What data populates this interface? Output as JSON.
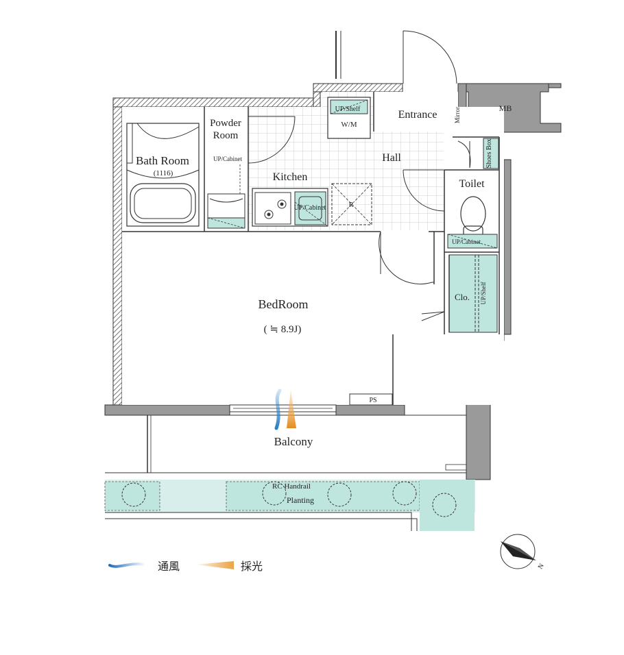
{
  "rooms": {
    "entrance": "Entrance",
    "mirror": "Mirror",
    "mb": "MB",
    "up_shelf_wm": "UP/Shelf",
    "wm": "W/M",
    "hall": "Hall",
    "shoes_box": "Shoes Box",
    "powder_room_1": "Powder",
    "powder_room_2": "Room",
    "bath_room": "Bath Room",
    "bath_size": "(1116)",
    "up_cabinet_powder": "UP/Cabinet",
    "kitchen": "Kitchen",
    "up_cabinet_kitchen": "UP/Cabinet",
    "refrigerator": "R",
    "toilet": "Toilet",
    "up_cabinet_toilet": "UP/Cabinet",
    "closet": "Clo.",
    "up_shelf_closet": "UP/Shelf",
    "bedroom": "BedRoom",
    "bedroom_size": "( ≒ 8.9J)",
    "ps": "PS",
    "balcony": "Balcony",
    "rc_handrail": "RC Handrail",
    "planting": "Planting"
  },
  "legend": {
    "ventilation": "通風",
    "daylight": "採光"
  },
  "compass": {
    "north": "N"
  },
  "colors": {
    "wall_hatch": "#7a7a7a",
    "wall_solid": "#9a9a9a",
    "teal": "#bfe5df",
    "planting": "#d7eeea",
    "ventilation": "#2a7fc6",
    "daylight": "#e59a2f",
    "line": "#333333"
  }
}
